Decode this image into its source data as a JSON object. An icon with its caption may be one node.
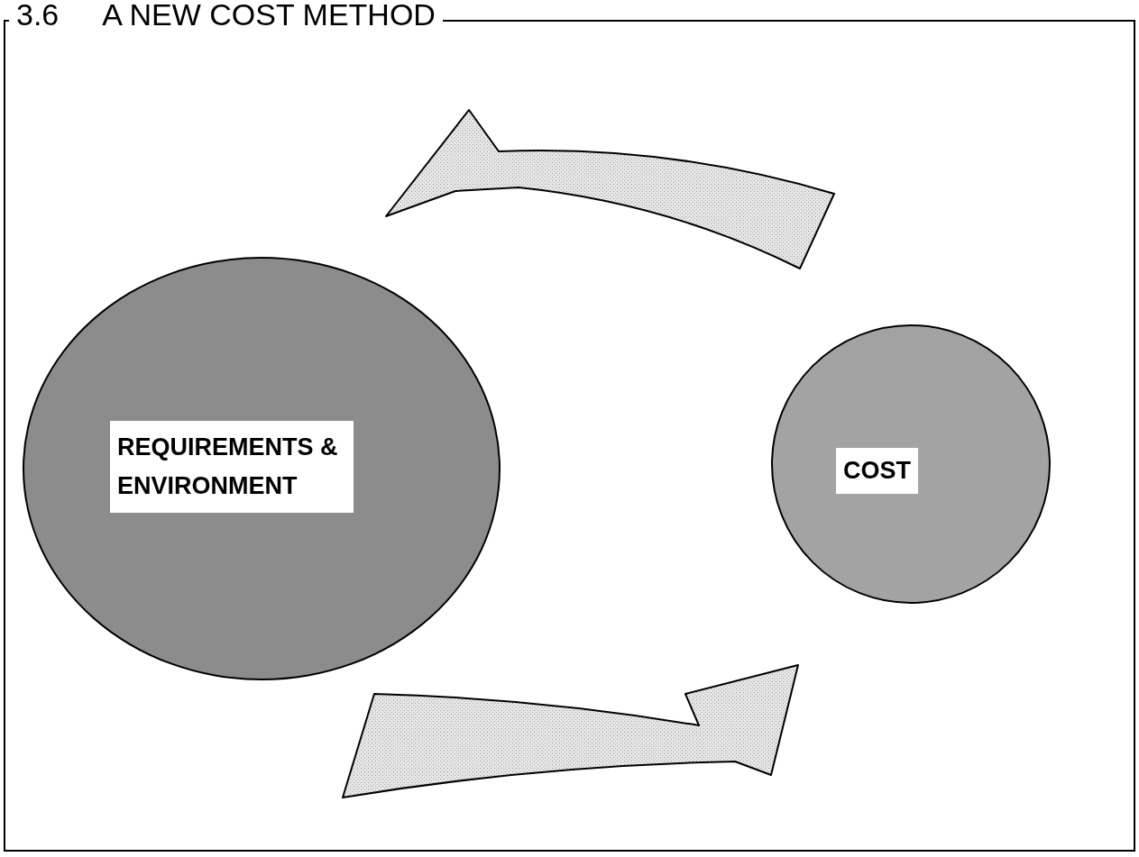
{
  "diagram": {
    "title": "A NEW COST METHOD",
    "nodes": [
      {
        "text": [
          "REQUIREMENTS & ENVIRONMENT"
        ]
      },
      {
        "text": [
          "COST"
        ]
      }
    ],
    "edges": [
      {
        "from": 1,
        "to": 0,
        "arrow": "to"
      },
      {
        "from": 0,
        "to": 1,
        "arrow": "to"
      }
    ],
    "labels": [
      "3.6"
    ]
  }
}
